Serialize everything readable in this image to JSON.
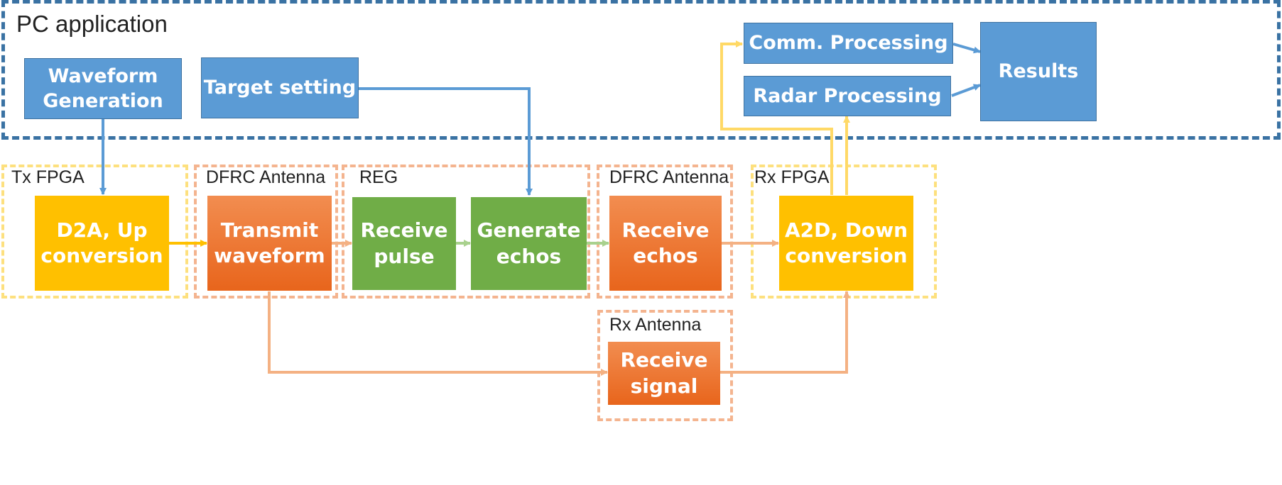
{
  "groups": {
    "pc_application": "PC application",
    "tx_fpga": "Tx FPGA",
    "dfrc_antenna_tx": "DFRC Antenna",
    "reg": "REG",
    "dfrc_antenna_rx": "DFRC Antenna",
    "rx_fpga": "Rx FPGA",
    "rx_antenna": "Rx Antenna"
  },
  "blocks": {
    "waveform_generation": "Waveform\nGeneration",
    "target_setting": "Target setting",
    "comm_processing": "Comm. Processing",
    "radar_processing": "Radar Processing",
    "results": "Results",
    "d2a_up_conversion": "D2A, Up\nconversion",
    "transmit_waveform": "Transmit\nwaveform",
    "receive_pulse": "Receive\npulse",
    "generate_echos": "Generate\nechos",
    "receive_echos": "Receive\nechos",
    "a2d_down_conversion": "A2D, Down\nconversion",
    "receive_signal": "Receive\nsignal"
  },
  "colors": {
    "pc_border": "#3a72a3",
    "blue_block": "#5b9bd5",
    "yellow_block": "#ffc000",
    "green_block": "#70ad47",
    "orange_block": "#ed7d31",
    "yellow_dash": "#fde07e",
    "orange_dash": "#f4b48f",
    "blue_arrow": "#5b9bd5",
    "yellow_arrow": "#ffc000",
    "light_yellow_arrow": "#ffd966",
    "green_arrow": "#a9d18e",
    "orange_arrow": "#f4b183"
  }
}
